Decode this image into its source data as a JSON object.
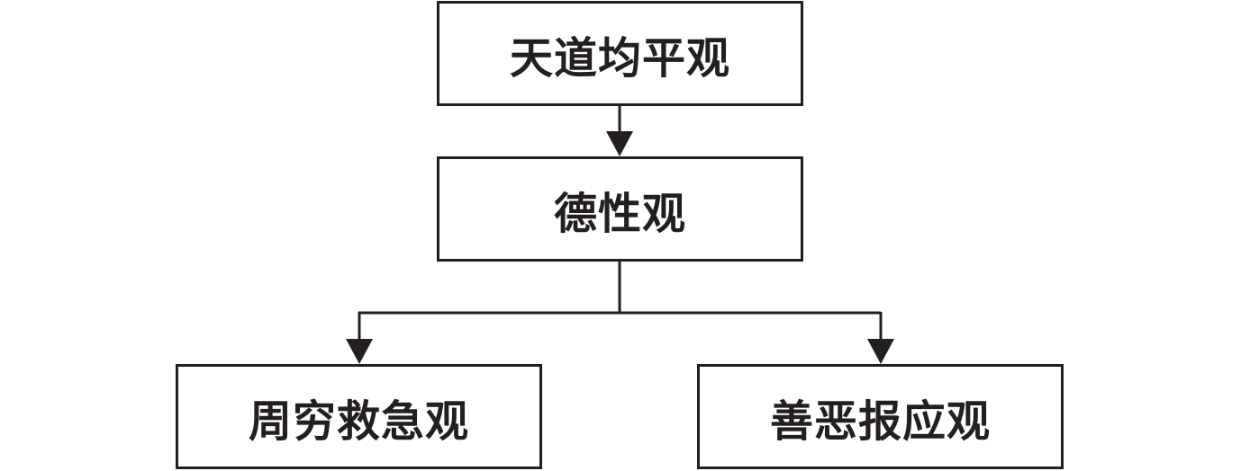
{
  "diagram": {
    "nodes": {
      "top": "天道均平观",
      "middle": "德性观",
      "left": "周穷救急观",
      "right": "善恶报应观"
    },
    "edges": [
      {
        "from": "top",
        "to": "middle"
      },
      {
        "from": "middle",
        "to": "left"
      },
      {
        "from": "middle",
        "to": "right"
      }
    ],
    "colors": {
      "line": "#231f20",
      "text": "#231f20",
      "background": "#ffffff"
    }
  }
}
